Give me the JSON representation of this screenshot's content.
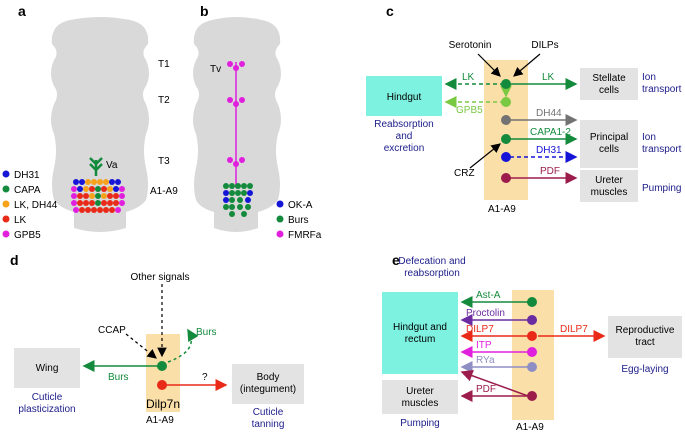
{
  "colors": {
    "body_gray": "#d9d9d9",
    "box_gray": "#e3e3e3",
    "orange_band": "#fbdfa9",
    "cyan_box": "#7df2e0",
    "navy_text": "#1c1c8a",
    "blue": "#1515d8",
    "green": "#138a3c",
    "lime": "#7ac943",
    "orange": "#f7a21b",
    "red": "#ea2a18",
    "magenta": "#e020dd",
    "purple": "#6a2ca0",
    "maroon": "#9c1c4c",
    "gray_dot": "#737373",
    "violet": "#b06ad8",
    "lavender": "#8e8ec4"
  },
  "panel_a": {
    "label": "a",
    "va_label": "Va",
    "legend": [
      "DH31",
      "CAPA",
      "LK, DH44",
      "LK",
      "GPB5"
    ]
  },
  "panel_b": {
    "label": "b",
    "tv_label": "Tv",
    "segments": [
      "T1",
      "T2",
      "T3",
      "A1-A9"
    ],
    "legend": [
      "OK-A",
      "Burs",
      "FMRFa"
    ]
  },
  "panel_c": {
    "label": "c",
    "top_labels": [
      "Serotonin",
      "DILPs"
    ],
    "hindgut": "Hindgut",
    "hindgut_caption": [
      "Reabsorption",
      "and",
      "excretion"
    ],
    "arrows": [
      "LK",
      "GPB5",
      "LK",
      "DH44",
      "CAPA1-2",
      "DH31",
      "PDF"
    ],
    "crz": "CRZ",
    "band": "A1-A9",
    "boxes": [
      [
        "Stellate",
        "cells"
      ],
      [
        "Principal",
        "cells"
      ],
      [
        "Ureter",
        "muscles"
      ]
    ],
    "functions": [
      [
        "Ion",
        "transport"
      ],
      [
        "Ion",
        "transport"
      ],
      [
        "Pumping"
      ]
    ]
  },
  "panel_d": {
    "label": "d",
    "other_signals": "Other signals",
    "ccap": "CCAP",
    "burs_top": "Burs",
    "burs_left": "Burs",
    "question": "?",
    "wing": "Wing",
    "wing_caption": [
      "Cuticle",
      "plasticization"
    ],
    "dilp7n": "Dilp7n",
    "band": "A1-A9",
    "body_box": [
      "Body",
      "(integument)"
    ],
    "body_caption": [
      "Cuticle",
      "tanning"
    ]
  },
  "panel_e": {
    "label": "e",
    "title": [
      "Defecation and",
      "reabsorption"
    ],
    "hindgut": [
      "Hindgut and",
      "rectum"
    ],
    "arrows": [
      "Ast-A",
      "Proctolin",
      "DILP7",
      "ITP",
      "RYa",
      "PDF"
    ],
    "dilp7_right": "DILP7",
    "ureter": [
      "Ureter",
      "muscles"
    ],
    "ureter_caption": "Pumping",
    "reproductive": [
      "Reproductive",
      "tract"
    ],
    "reproductive_caption": "Egg-laying",
    "band": "A1-A9"
  }
}
